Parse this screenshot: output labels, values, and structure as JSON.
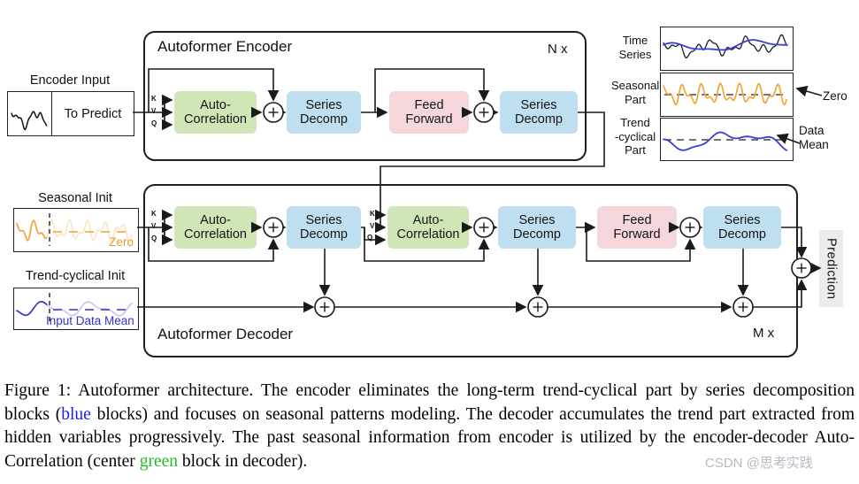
{
  "colors": {
    "green_block": "#D0E6B7",
    "blue_block": "#BEDFF0",
    "pink_block": "#F5D6DA",
    "orange_curve": "#F2A437",
    "blue_curve": "#3C3CD8",
    "caption_blue": "#1A1AFF",
    "caption_green": "#22BB22",
    "watermark_gray": "#B6BAC2"
  },
  "labels": {
    "auto_correlation": [
      "Auto-",
      "Correlation"
    ],
    "series_decomp": [
      "Series",
      "Decomp"
    ],
    "feed_forward": [
      "Feed",
      "Forward"
    ],
    "kvq": [
      "K",
      "V",
      "Q"
    ]
  },
  "encoder": {
    "title": "Autoformer Encoder",
    "repeat": "N x",
    "input_label": "Encoder Input",
    "input_value": "To Predict"
  },
  "decoder": {
    "title": "Autoformer Decoder",
    "repeat": "M x",
    "seasonal_init_label": "Seasonal Init",
    "seasonal_init_value": "Zero",
    "trend_init_label": "Trend-cyclical Init",
    "trend_init_value": "Input Data Mean",
    "output_label": "Prediction"
  },
  "side_panel": {
    "time_series_label": [
      "Time",
      "Series"
    ],
    "seasonal_label": [
      "Seasonal",
      "Part"
    ],
    "trend_label": [
      "Trend",
      "-cyclical",
      "Part"
    ],
    "zero_annotation": "Zero",
    "data_mean_annotation": [
      "Data",
      "Mean"
    ]
  },
  "caption": {
    "segments": [
      {
        "text": "Figure 1: Autoformer architecture. The encoder eliminates the long-term trend-cyclical part by series decomposition blocks (",
        "color": "default"
      },
      {
        "text": "blue",
        "color": "blue"
      },
      {
        "text": " blocks) and focuses on seasonal patterns modeling. The decoder accumulates the trend part extracted from hidden variables progressively. The past seasonal information from encoder is utilized by the encoder-decoder Auto-Correlation (center ",
        "color": "default"
      },
      {
        "text": "green",
        "color": "green"
      },
      {
        "text": " block in decoder).",
        "color": "default"
      }
    ]
  },
  "watermark": "CSDN @思考实践"
}
